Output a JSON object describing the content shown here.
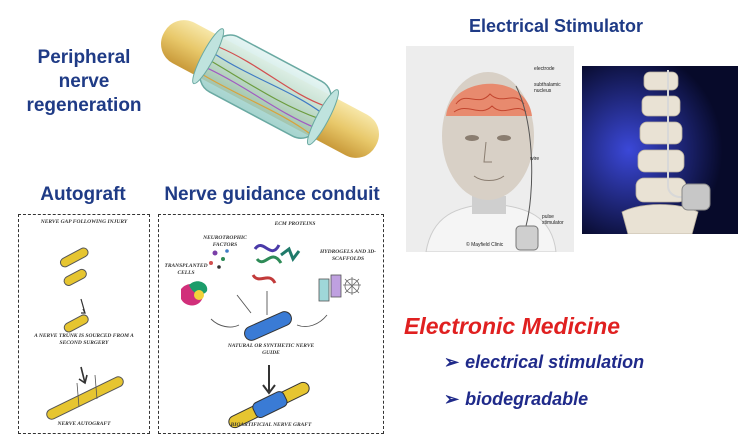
{
  "titles": {
    "peripheral": "Peripheral nerve regeneration",
    "autograft": "Autograft",
    "ngc": "Nerve guidance conduit",
    "stimulator": "Electrical Stimulator",
    "electronic_medicine": "Electronic Medicine"
  },
  "bullets": [
    "electrical stimulation",
    "biodegradable"
  ],
  "autograft_panel": {
    "label1": "Nerve Gap Following Injury",
    "label2": "A nerve trunk is Sourced From A Second Surgery",
    "label3": "Nerve Autograft"
  },
  "ngc_panel": {
    "neurotrophic": "Neurotrophic Factors",
    "ecm": "ECM Proteins",
    "transplanted": "Transplanted Cells",
    "hydrogels": "Hydrogels and 3D-Scaffolds",
    "guide": "Natural or Synthetic Nerve Guide",
    "graft": "Bioartificial Nerve Graft"
  },
  "stimulator_labels": {
    "electrode": "electrode",
    "subthalamic": "subthalamic nucleus",
    "wire": "wire",
    "pulse": "pulse stimulator",
    "credit": "© Mayfield Clinic"
  },
  "colors": {
    "title_blue": "#1f3b86",
    "accent_red": "#e02020",
    "bullet_blue": "#1f2a8a"
  }
}
